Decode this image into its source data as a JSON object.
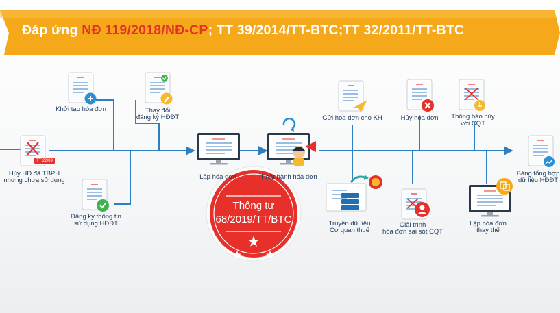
{
  "banner": {
    "prefix": "Đáp ứng ",
    "reg1": "NĐ 119/2018/NĐ-CP",
    "sep1": "; ",
    "reg2": "TT 39/2014/TT-BTC",
    "sep2": ";",
    "reg3": "TT 32/2011/TT-BTC"
  },
  "nodes": {
    "khoi_tao": "Khởi tạo hóa đơn",
    "thay_doi_1": "Thay đổi",
    "thay_doi_2": "đăng ký HĐĐT",
    "huy_tbph_1": "Hủy HĐ đã TBPH",
    "huy_tbph_2": "nhưng chưa sử dụng",
    "dang_ky_1": "Đăng ký thông tin",
    "dang_ky_2": "sử dụng HĐĐT",
    "lap_hoa_don": "Lập hóa đơn",
    "phat_hanh": "Phát hành hóa đơn",
    "gui_kh": "Gửi hóa đơn cho KH",
    "huy_hoa_don": "Hủy hóa đơn",
    "thong_bao_huy_1": "Thông báo hủy",
    "thong_bao_huy_2": "với CQT",
    "bang_tong_hop_1": "Bảng tổng hợp",
    "bang_tong_hop_2": "dữ liệu HĐĐT",
    "truyen_du_lieu_1": "Truyền dữ liệu",
    "truyen_du_lieu_2": "Cơ quan thuế",
    "giai_trinh_1": "Giải trình",
    "giai_trinh_2": "hóa đơn sai sót CQT",
    "lap_thay_the_1": "Lập hóa đơn",
    "lap_thay_the_2": "thay thế"
  },
  "badges": {
    "doc_tag": "TT 22/09"
  },
  "stamp": {
    "line1": "Thông tư",
    "line2": "68/2019/TT/BTC"
  },
  "colors": {
    "banner": "#f5a819",
    "accent_red": "#e8302a",
    "flow_line": "#2d7fc1",
    "label": "#1d3a5c",
    "stamp": "#e8302a",
    "badge_blue": "#2b8fd6",
    "badge_green": "#3db54a",
    "badge_yellow": "#f5b82e"
  }
}
